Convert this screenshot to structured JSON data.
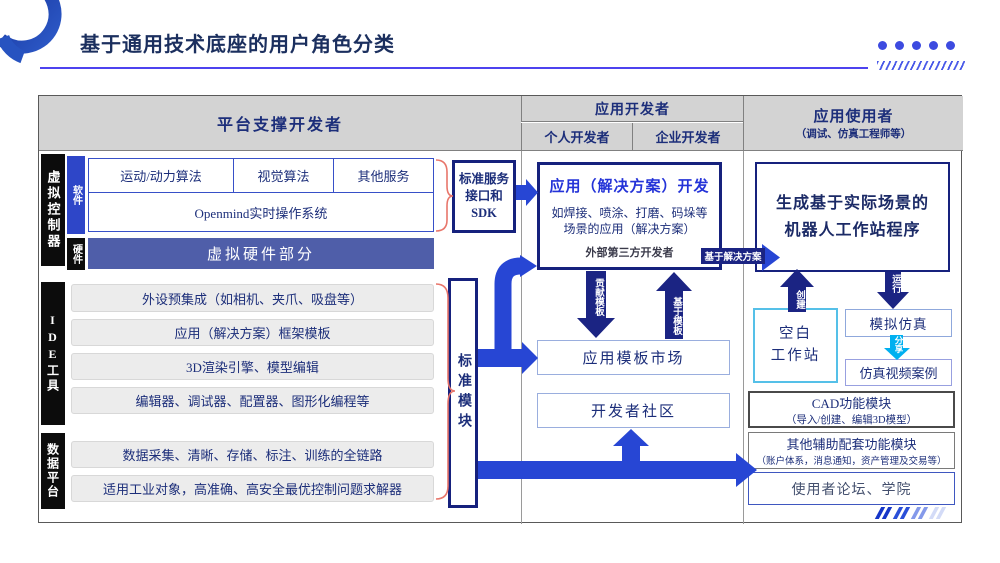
{
  "page": {
    "title": "基于通用技术底座的用户角色分类"
  },
  "table_headers": {
    "col1": "平台支撑开发者",
    "col2": "应用开发者",
    "col2_sub1": "个人开发者",
    "col2_sub2": "企业开发者",
    "col3": "应用使用者",
    "col3_subtitle": "（调试、仿真工程师等）"
  },
  "left": {
    "vc_label": "虚拟控制器",
    "sw_label": "软件",
    "hw_label": "硬件",
    "algo1": "运动/动力算法",
    "algo2": "视觉算法",
    "algo3": "其他服务",
    "os_row": "Openmind实时操作系统",
    "vhw_row": "虚拟硬件部分",
    "ide_label": "IDE工具",
    "ide_rows": [
      "外设预集成（如相机、夹爪、吸盘等）",
      "应用（解决方案）框架模板",
      "3D渲染引擎、模型编辑",
      "编辑器、调试器、配置器、图形化编程等"
    ],
    "data_label": "数据平台",
    "data_rows": [
      "数据采集、清晰、存储、标注、训练的全链路",
      "适用工业对象，高准确、高安全最优控制问题求解器"
    ]
  },
  "connectors": {
    "sdk_box": "标准服务接口和SDK",
    "module_box": "标准模块"
  },
  "middle": {
    "dev_title": "应用（解决方案）开发",
    "dev_line1": "如焊接、喷涂、打磨、码垛等",
    "dev_line2": "场景的应用（解决方案）",
    "dev_line3": "外部第三方开发者",
    "market_box": "应用模板市场",
    "community_box": "开发者社区",
    "arrow_contribute": "贡献模板",
    "arrow_based": "基于模板"
  },
  "right": {
    "gen_line1": "生成基于实际场景的",
    "gen_line2": "机器人工作站程序",
    "badge_solution": "基于解决方案",
    "arrow_create": "创建",
    "arrow_run": "运行",
    "arrow_share": "分享",
    "blank_ws_line1": "空白",
    "blank_ws_line2": "工作站",
    "sim_box": "模拟仿真",
    "sim_video_box": "仿真视频案例",
    "cad_line1": "CAD功能模块",
    "cad_line2": "（导入/创建、编辑3D模型）",
    "aux_line1": "其他辅助配套功能模块",
    "aux_line2": "（账户体系，消息通知，资产管理及交易等）",
    "forum_box": "使用者论坛、学院"
  },
  "colors": {
    "accent_blue": "#2746d4",
    "navy": "#16217d",
    "cyan": "#00b0f0",
    "brace_red": "#e8766b",
    "slate_fill": "#4f5ea9"
  }
}
